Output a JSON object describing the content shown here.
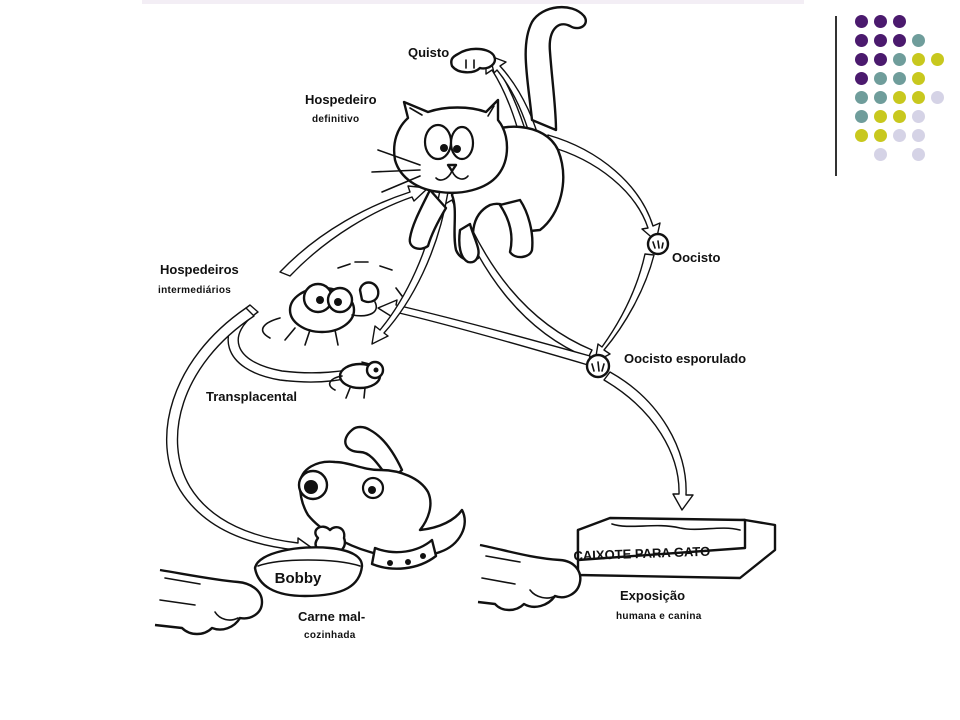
{
  "labels": {
    "quisto": "Quisto",
    "hospedeiro_line1": "Hospedeiro",
    "hospedeiro_line2": "definitivo",
    "oocisto": "Oocisto",
    "hospedeiros_line1": "Hospedeiros",
    "hospedeiros_line2": "intermediários",
    "oocisto_esporulado": "Oocisto esporulado",
    "transplacental": "Transplacental",
    "bowl": "Bobby",
    "carne_line1": "Carne mal-",
    "carne_line2": "cozinhada",
    "litter_box": "CAIXOTE PARA GATO",
    "exposicao_line1": "Exposição",
    "exposicao_line2": "humana e canina"
  },
  "decoration": {
    "rule_color": "#333333",
    "strip_color": "#f3eef5",
    "dot_colors": {
      "purple": "#4b1a6e",
      "teal": "#6f9d9b",
      "olive": "#c8c81e",
      "lavender": "#d5d3e6"
    },
    "dot_grid": [
      [
        "purple",
        "purple",
        "purple",
        "",
        ""
      ],
      [
        "purple",
        "purple",
        "purple",
        "teal",
        ""
      ],
      [
        "purple",
        "purple",
        "teal",
        "olive",
        "olive"
      ],
      [
        "purple",
        "teal",
        "teal",
        "olive",
        ""
      ],
      [
        "teal",
        "teal",
        "olive",
        "olive",
        "lavender"
      ],
      [
        "teal",
        "olive",
        "olive",
        "lavender",
        ""
      ],
      [
        "olive",
        "olive",
        "lavender",
        "lavender",
        ""
      ],
      [
        "",
        "lavender",
        "",
        "lavender",
        ""
      ]
    ]
  }
}
